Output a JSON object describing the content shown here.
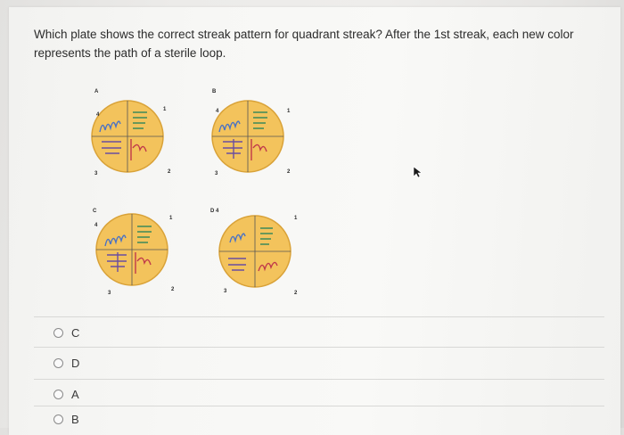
{
  "question": {
    "text": "Which plate shows the correct streak pattern for quadrant streak? After the 1st streak, each new color represents the path of a sterile loop."
  },
  "figure": {
    "plates": [
      {
        "letter": "A",
        "quadrants": [
          "1",
          "2",
          "3",
          "4"
        ]
      },
      {
        "letter": "B",
        "quadrants": [
          "1",
          "2",
          "3",
          "4"
        ]
      },
      {
        "letter": "C",
        "quadrants": [
          "1",
          "2",
          "3",
          "4"
        ]
      },
      {
        "letter": "D",
        "quadrants": [
          "1",
          "2",
          "3",
          "4"
        ]
      }
    ],
    "colors": {
      "agar": "#f3c35c",
      "agar_edge": "#d9a238",
      "streak_blue": "#4a72c4",
      "streak_red": "#c0394a",
      "streak_green": "#3c8a5a",
      "streak_purple": "#6a4ea0"
    }
  },
  "options": [
    {
      "label": "C"
    },
    {
      "label": "D"
    },
    {
      "label": "A"
    },
    {
      "label": "B"
    }
  ]
}
